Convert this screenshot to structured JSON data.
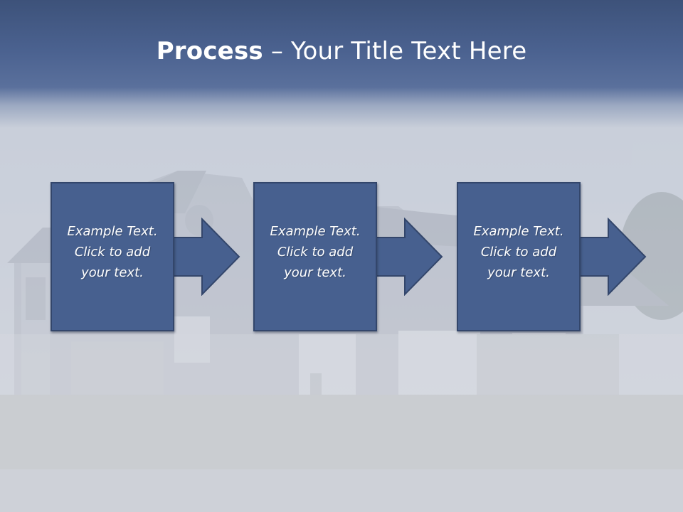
{
  "slide": {
    "title_bold": "Process",
    "title_rest": " – Your Title Text Here"
  },
  "steps": [
    {
      "line1": "Example Text.",
      "line2": "Click  to add",
      "line3": "your text."
    },
    {
      "line1": "Example Text.",
      "line2": "Click  to add",
      "line3": "your text."
    },
    {
      "line1": "Example Text.",
      "line2": "Click  to add",
      "line3": "your text."
    }
  ],
  "colors": {
    "header": "#3d527a",
    "box_fill": "#47608f",
    "box_border": "#33466b",
    "text": "#ffffff"
  }
}
